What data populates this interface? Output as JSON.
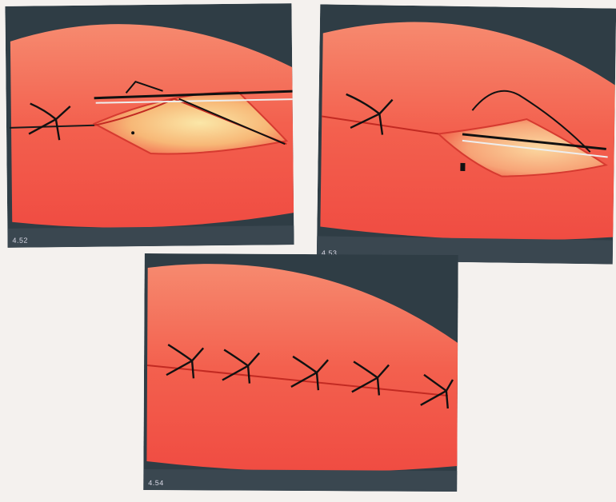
{
  "panels": [
    {
      "label": "4.52"
    },
    {
      "label": "4.53"
    },
    {
      "label": "4.54"
    }
  ],
  "colors": {
    "skin": "#f2574a",
    "skin_light": "#f68a6f",
    "background_dark": "#2f3d45",
    "bottom_bar": "#3a4750",
    "wound_glow": "#f7d07a",
    "suture": "#1a1a1a",
    "needle": "#111111"
  }
}
